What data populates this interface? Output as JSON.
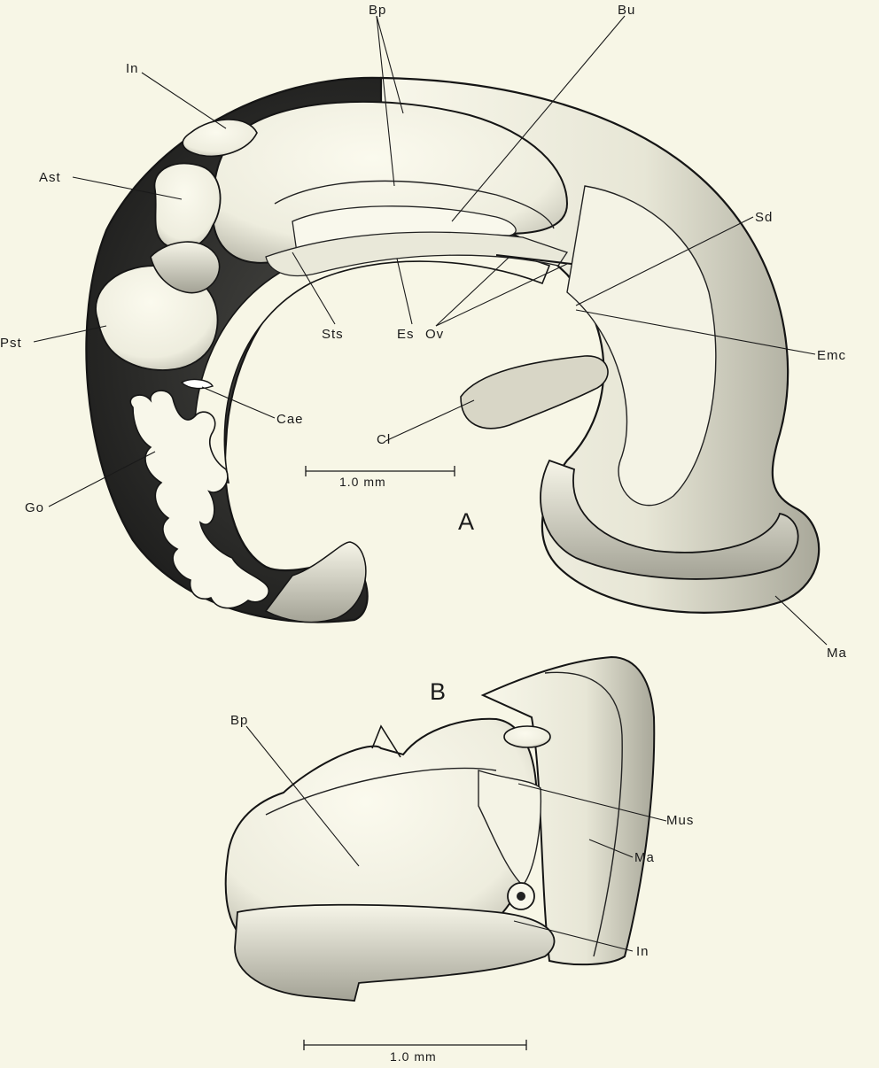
{
  "background": "#f7f6e6",
  "ink": "#151515",
  "figure_a": {
    "panel_label": "A",
    "scale_bar": "1.0 mm",
    "labels": {
      "bp": "Bp",
      "bu": "Bu",
      "in": "In",
      "ast": "Ast",
      "sd": "Sd",
      "pst": "Pst",
      "sts": "Sts",
      "es": "Es",
      "ov": "Ov",
      "emc": "Emc",
      "cae": "Cae",
      "cl": "Cl",
      "go": "Go",
      "ma": "Ma"
    }
  },
  "figure_b": {
    "panel_label": "B",
    "scale_bar": "1.0 mm",
    "labels": {
      "bp": "Bp",
      "mus": "Mus",
      "ma": "Ma",
      "in": "In"
    }
  }
}
